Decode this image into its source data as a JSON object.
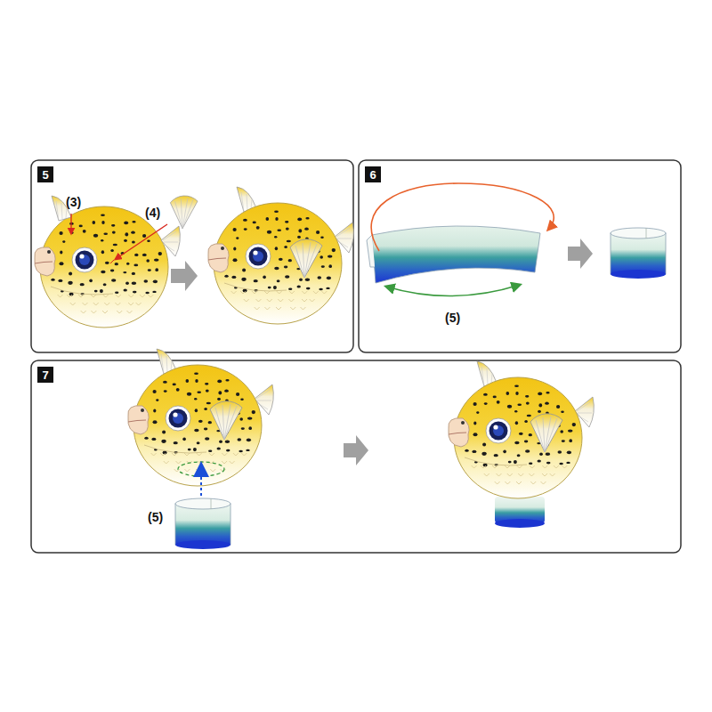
{
  "diagram": {
    "nodes": [
      {
        "text": [
          "5"
        ]
      },
      {
        "text": [
          "6"
        ]
      },
      {
        "text": [
          "7"
        ]
      }
    ],
    "labels": [
      "(3)",
      "(4)",
      "(5)",
      "(5)"
    ]
  }
}
